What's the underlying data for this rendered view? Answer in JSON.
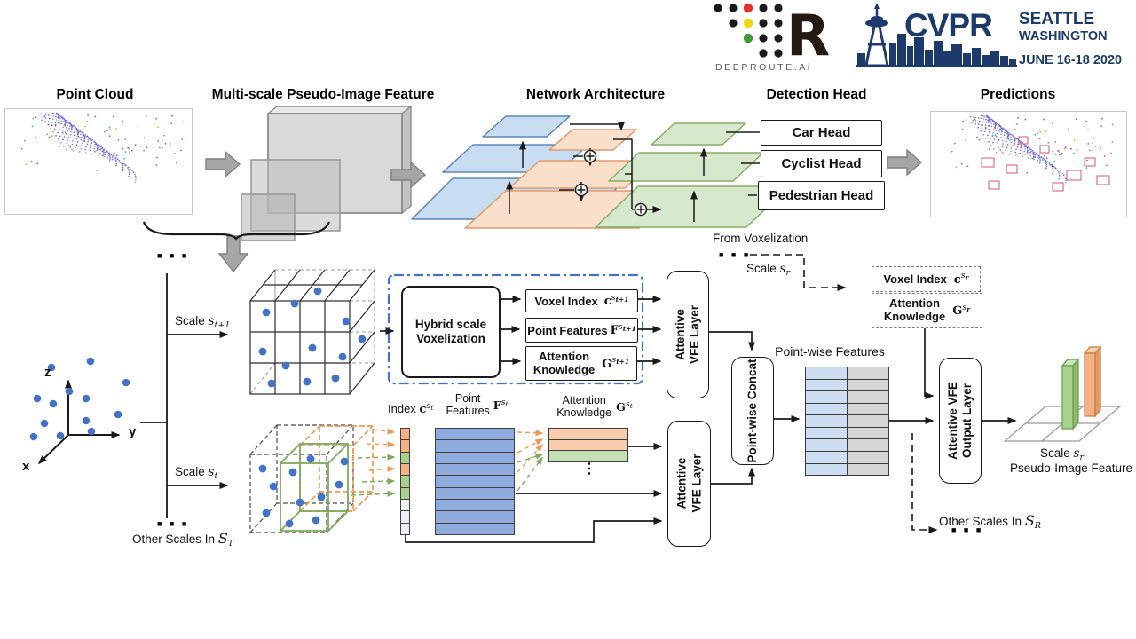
{
  "header": {
    "deeproute": {
      "brand": "DEEPROUTE.Ai"
    },
    "cvpr": {
      "name": "CVPR",
      "city": "SEATTLE",
      "state": "WASHINGTON",
      "dates": "JUNE 16-18 2020"
    }
  },
  "pipeline": {
    "point_cloud": "Point Cloud",
    "multiscale": "Multi-scale Pseudo-Image Feature",
    "network": "Network Architecture",
    "detection": "Detection Head",
    "heads": [
      "Car Head",
      "Cyclist Head",
      "Pedestrian Head"
    ],
    "predictions": "Predictions"
  },
  "diagram": {
    "ellipsis": "■ ■ ■",
    "vdots": "⋮",
    "axes": {
      "x": "x",
      "y": "y",
      "z": "z"
    },
    "scale_t1": {
      "label": "Scale",
      "sym": "s",
      "sub": "t+1"
    },
    "scale_t": {
      "label": "Scale",
      "sym": "s",
      "sub": "t"
    },
    "other_scales_T": {
      "label": "Other Scales In",
      "sym": "S",
      "sub": "T"
    },
    "hybrid": {
      "line1": "Hybrid scale",
      "line2": "Voxelization"
    },
    "voxel_index_t1": {
      "label": "Voxel Index",
      "sym": "c",
      "sup": "s",
      "supsub": "t+1"
    },
    "point_features_t1": {
      "label": "Point Features",
      "sym": "F",
      "sup": "s",
      "supsub": "t+1"
    },
    "attention_t1": {
      "line1": "Attention",
      "line2": "Knowledge",
      "sym": "G",
      "sup": "s",
      "supsub": "t+1"
    },
    "vfe_layer": {
      "line1": "Attentive",
      "line2": "VFE Layer"
    },
    "from_voxelization": "From Voxelization",
    "scale_r": {
      "label": "Scale",
      "sym": "s",
      "sub": "r"
    },
    "voxel_index_r": {
      "label": "Voxel Index",
      "sym": "c",
      "sup": "s",
      "supsub": "r"
    },
    "attention_r": {
      "line1": "Attention",
      "line2": "Knowledge",
      "sym": "G",
      "sup": "s",
      "supsub": "r"
    },
    "index_t": {
      "label": "Index",
      "sym": "c",
      "sup": "s",
      "supsub": "t"
    },
    "point_features_t": {
      "line1": "Point",
      "line2": "Features",
      "sym": "F",
      "sup": "s",
      "supsub": "t"
    },
    "attention_t": {
      "line1": "Attention",
      "line2": "Knowledge",
      "sym": "G",
      "sup": "s",
      "supsub": "t"
    },
    "concat": "Point-wise Concat",
    "pointwise_features": "Point-wise Features",
    "vfe_output": {
      "line1": "Attentive VFE",
      "line2": "Output Layer"
    },
    "other_scales_R": {
      "label": "Other Scales In",
      "sym": "S",
      "sub": "R"
    },
    "scale_r_out": {
      "label": "Scale",
      "sym": "s",
      "sub": "r"
    },
    "pseudo_image": "Pseudo-Image Feature",
    "tables": {
      "index_cells": [
        "orange",
        "orange",
        "green",
        "orange",
        "green",
        "green",
        "white",
        "white",
        "white"
      ],
      "feature_rows": 9,
      "attention_rows": [
        "orange",
        "orange",
        "green"
      ],
      "pointwise_rows": 9
    }
  },
  "colors": {
    "index": {
      "orange": "#f4b183",
      "green": "#a9d18e",
      "white": "#edf1f7"
    },
    "attention": {
      "orange": "#f7cbac",
      "green": "#c5e0b4"
    },
    "feature_blue": "#8faadc",
    "pointwise": {
      "blue": "#cdddf2",
      "gray": "#d6d6d6"
    },
    "dot_blue": "#4472c4",
    "navy": "#1d3a6d",
    "dash_container": "#4472c4",
    "deeproute_red": "#e63329",
    "deeproute_yellow": "#f5d612",
    "deeproute_green": "#3f9c35",
    "logo_dark": "#241a12"
  }
}
